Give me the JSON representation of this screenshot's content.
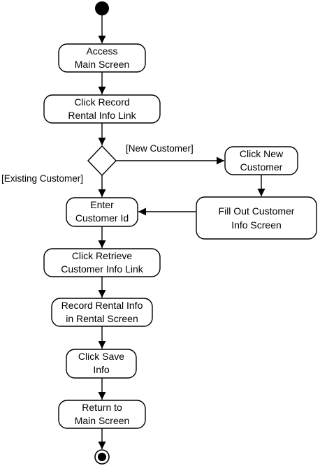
{
  "diagram": {
    "type": "uml-activity-diagram",
    "nodes": {
      "start": {
        "kind": "initial"
      },
      "access": {
        "kind": "action",
        "lines": [
          "Access",
          "Main Screen"
        ]
      },
      "click_record": {
        "kind": "action",
        "lines": [
          "Click Record",
          "Rental Info Link"
        ]
      },
      "decision": {
        "kind": "decision"
      },
      "click_new": {
        "kind": "action",
        "lines": [
          "Click New",
          "Customer"
        ]
      },
      "fill_out": {
        "kind": "action",
        "lines": [
          "Fill Out Customer",
          "Info Screen"
        ]
      },
      "enter_id": {
        "kind": "action",
        "lines": [
          "Enter",
          "Customer Id"
        ]
      },
      "retrieve": {
        "kind": "action",
        "lines": [
          "Click Retrieve",
          "Customer Info Link"
        ]
      },
      "record_info": {
        "kind": "action",
        "lines": [
          "Record Rental Info",
          "in Rental Screen"
        ]
      },
      "save": {
        "kind": "action",
        "lines": [
          "Click Save",
          "Info"
        ]
      },
      "return": {
        "kind": "action",
        "lines": [
          "Return to",
          "Main Screen"
        ]
      },
      "end": {
        "kind": "final"
      }
    },
    "guards": {
      "new_customer": "[New Customer]",
      "existing_customer": "[Existing Customer]"
    },
    "edges": [
      {
        "from": "start",
        "to": "access"
      },
      {
        "from": "access",
        "to": "click_record"
      },
      {
        "from": "click_record",
        "to": "decision"
      },
      {
        "from": "decision",
        "to": "click_new",
        "guard": "new_customer"
      },
      {
        "from": "decision",
        "to": "enter_id",
        "guard": "existing_customer"
      },
      {
        "from": "click_new",
        "to": "fill_out"
      },
      {
        "from": "fill_out",
        "to": "enter_id"
      },
      {
        "from": "enter_id",
        "to": "retrieve"
      },
      {
        "from": "retrieve",
        "to": "record_info"
      },
      {
        "from": "record_info",
        "to": "save"
      },
      {
        "from": "save",
        "to": "return"
      },
      {
        "from": "return",
        "to": "end"
      }
    ]
  }
}
